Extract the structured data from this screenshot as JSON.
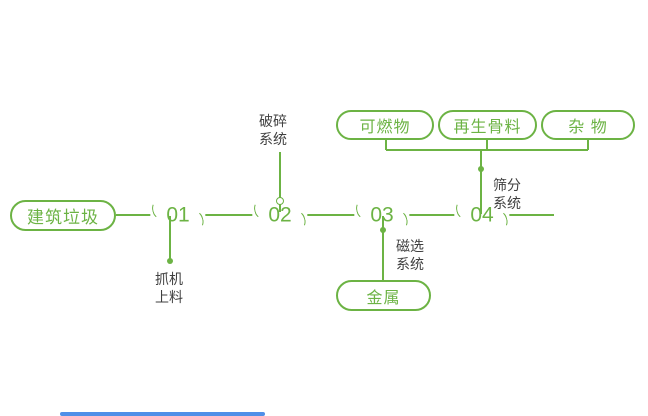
{
  "nodes": {
    "source": "建筑垃圾",
    "metal": "金属",
    "combustible": "可燃物",
    "recycled_aggregate": "再生骨料",
    "misc": "杂 物"
  },
  "steps": [
    {
      "number": "01",
      "label": "抓机\n上料",
      "label_position": "below"
    },
    {
      "number": "02",
      "label": "破碎\n系统",
      "label_position": "above"
    },
    {
      "number": "03",
      "label": "磁选\n系统",
      "label_position": "below"
    },
    {
      "number": "04",
      "label": "筛分\n系统",
      "label_position": "above"
    }
  ],
  "colors": {
    "green": "#6cb344",
    "label_text": "#3f3f3f",
    "bottom_bar_blue": "#4f8fe8",
    "background": "#ffffff"
  }
}
